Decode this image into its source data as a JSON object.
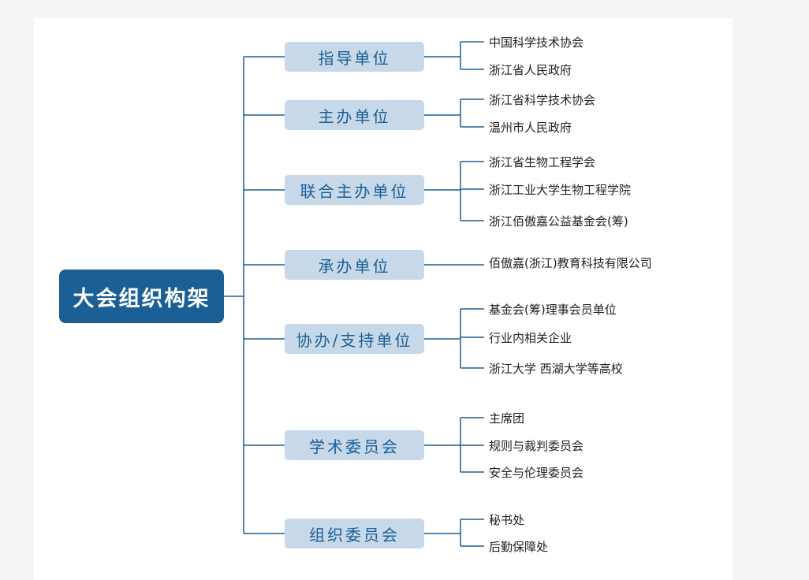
{
  "colors": {
    "root_bg": "#1a5f96",
    "root_text": "#ffffff",
    "category_bg": "#c7d9e9",
    "category_text": "#1a5f96",
    "line": "#1a5f96",
    "card_bg": "#ffffff",
    "page_bg": "#f4f5f7"
  },
  "root": {
    "label": "大会组织构架"
  },
  "categories": [
    {
      "label": "指导单位",
      "items": [
        "中国科学技术协会",
        "浙江省人民政府"
      ]
    },
    {
      "label": "主办单位",
      "items": [
        "浙江省科学技术协会",
        "温州市人民政府"
      ]
    },
    {
      "label": "联合主办单位",
      "items": [
        "浙江省生物工程学会",
        "浙江工业大学生物工程学院",
        "浙江佰傲嘉公益基金会(筹)"
      ]
    },
    {
      "label": "承办单位",
      "items": [
        "佰傲嘉(浙江)教育科技有限公司"
      ]
    },
    {
      "label": "协办/支持单位",
      "items": [
        "基金会(筹)理事会员单位",
        "行业内相关企业",
        "浙江大学  西湖大学等高校"
      ]
    },
    {
      "label": "学术委员会",
      "items": [
        "主席团",
        "规则与裁判委员会",
        "安全与伦理委员会"
      ]
    },
    {
      "label": "组织委员会",
      "items": [
        "秘书处",
        "后勤保障处"
      ]
    }
  ]
}
